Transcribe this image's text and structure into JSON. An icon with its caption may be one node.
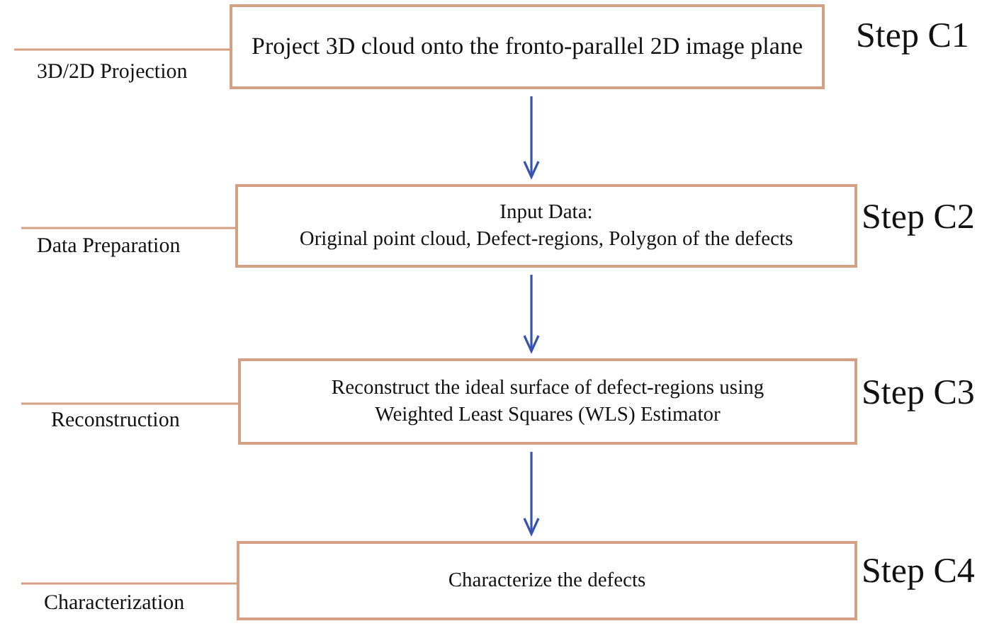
{
  "diagram": {
    "nodes": [
      {
        "text": [
          "Project 3D cloud onto the fronto-parallel 2D image plane"
        ],
        "beside": [
          "Step C1"
        ]
      },
      {
        "text": [
          "Input Data:",
          "Original point cloud, Defect-regions, Polygon of the defects"
        ],
        "beside": [
          "Step C2"
        ]
      },
      {
        "text": [
          "Reconstruct the ideal surface of defect-regions using Weighted Least Squares (WLS) Estimator"
        ],
        "beside": [
          "Step C3"
        ]
      },
      {
        "text": [
          "Characterize the defects"
        ],
        "beside": [
          "Step C4"
        ]
      }
    ],
    "edges": [
      {
        "from": 0,
        "to": 1,
        "arrow": "to",
        "color": "#3553b0"
      },
      {
        "from": 1,
        "to": 2,
        "arrow": "to",
        "color": "#3553b0"
      },
      {
        "from": 2,
        "to": 3,
        "arrow": "to",
        "color": "#3553b0"
      },
      {
        "from": null,
        "to": 0,
        "arrow": "none",
        "color": "#d4a083"
      },
      {
        "from": null,
        "to": 1,
        "arrow": "none",
        "color": "#d4a083"
      },
      {
        "from": null,
        "to": 2,
        "arrow": "none",
        "color": "#d4a083"
      },
      {
        "from": null,
        "to": 3,
        "arrow": "none",
        "color": "#d4a083"
      }
    ],
    "labels": [
      "3D/2D Projection",
      "Data Preparation",
      "Reconstruction",
      "Characterization"
    ]
  }
}
